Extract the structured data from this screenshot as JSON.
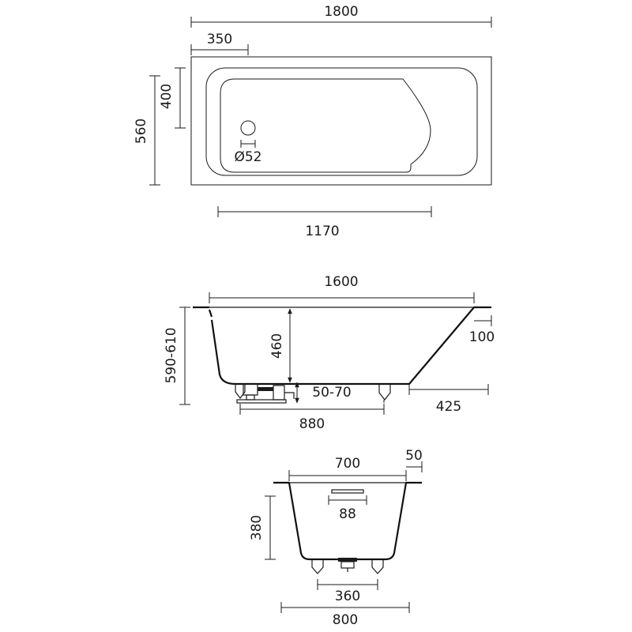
{
  "top_view": {
    "overall_length": "1800",
    "drain_offset": "350",
    "drain_offset_y": "400",
    "overall_width": "560",
    "drain_diameter": "Ø52",
    "inner_length": "1170"
  },
  "side_view": {
    "top_length": "1600",
    "height": "590-610",
    "depth": "460",
    "rim_step": "100",
    "leg_height": "50-70",
    "end_slope": "425",
    "leg_spacing": "880"
  },
  "end_view": {
    "top_width": "700",
    "rim_width": "50",
    "overflow_width": "88",
    "depth": "380",
    "leg_spacing": "360",
    "overall_width": "800"
  }
}
